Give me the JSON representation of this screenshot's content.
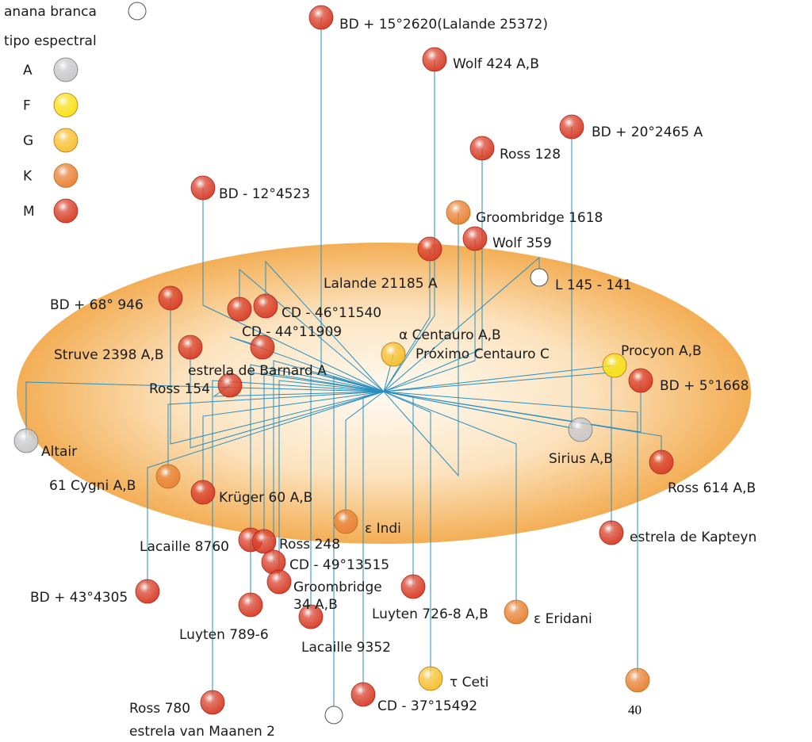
{
  "legend": {
    "white_dwarf": "anana branca",
    "title": "tipo espectral",
    "types": [
      {
        "key": "A",
        "label": "A"
      },
      {
        "key": "F",
        "label": "F"
      },
      {
        "key": "G",
        "label": "G"
      },
      {
        "key": "K",
        "label": "K"
      },
      {
        "key": "M",
        "label": "M"
      }
    ]
  },
  "colors": {
    "A": "#c9c9cc",
    "F": "#f7e21a",
    "G": "#f6c234",
    "K": "#e9843a",
    "M": "#d9432e",
    "WD": "#ffffff",
    "line": "#2a8fbf",
    "plane": "#f4b760"
  },
  "stars": [
    {
      "label": "BD + 15°2620(Lalande 25372)",
      "type": "M"
    },
    {
      "label": "Wolf 424 A,B",
      "type": "M"
    },
    {
      "label": "BD + 20°2465 A",
      "type": "M"
    },
    {
      "label": "Ross 128",
      "type": "M"
    },
    {
      "label": "BD - 12°4523",
      "type": "M"
    },
    {
      "label": "Groombridge 1618",
      "type": "K"
    },
    {
      "label": "Wolf 359",
      "type": "M"
    },
    {
      "label": "Lalande 21185 A",
      "type": "M"
    },
    {
      "label": "L 145 - 141",
      "type": "WD"
    },
    {
      "label": "BD + 68° 946",
      "type": "M"
    },
    {
      "label": "CD - 46°11540",
      "type": "M"
    },
    {
      "label": "CD - 44°11909",
      "type": "M"
    },
    {
      "label": "Struve 2398 A,B",
      "type": "M"
    },
    {
      "label": "estrela de Barnard A",
      "type": "M"
    },
    {
      "label": "α Centauro A,B",
      "type": "G"
    },
    {
      "label": "Próximo Centauro C",
      "type": ""
    },
    {
      "label": "Ross 154",
      "type": "M"
    },
    {
      "label": "Procyon A,B",
      "type": "F"
    },
    {
      "label": "BD + 5°1668",
      "type": "M"
    },
    {
      "label": "Altair",
      "type": "A"
    },
    {
      "label": "Sirius A,B",
      "type": "A"
    },
    {
      "label": "Ross 614 A,B",
      "type": "M"
    },
    {
      "label": "61 Cygni A,B",
      "type": "K"
    },
    {
      "label": "Krüger 60 A,B",
      "type": "M"
    },
    {
      "label": "ε Indi",
      "type": "K"
    },
    {
      "label": "estrela de Kapteyn",
      "type": "M"
    },
    {
      "label": "Lacaille 8760",
      "type": "M"
    },
    {
      "label": "Ross 248",
      "type": "M"
    },
    {
      "label": "CD - 49°13515",
      "type": "M"
    },
    {
      "label": "Groombridge",
      "type": "M"
    },
    {
      "label": "34 A,B",
      "type": ""
    },
    {
      "label": "BD + 43°4305",
      "type": "M"
    },
    {
      "label": "Luyten 726-8 A,B",
      "type": "M"
    },
    {
      "label": "Luyten 789-6",
      "type": "M"
    },
    {
      "label": "ε Eridani",
      "type": "K"
    },
    {
      "label": "Lacaille 9352",
      "type": "M"
    },
    {
      "label": "τ Ceti",
      "type": "G"
    },
    {
      "label": "CD - 37°15492",
      "type": "M"
    },
    {
      "label": "Ross 780",
      "type": "M"
    },
    {
      "label": "estrela van Maanen 2",
      "type": "WD"
    },
    {
      "label": "40",
      "type": "K"
    }
  ]
}
